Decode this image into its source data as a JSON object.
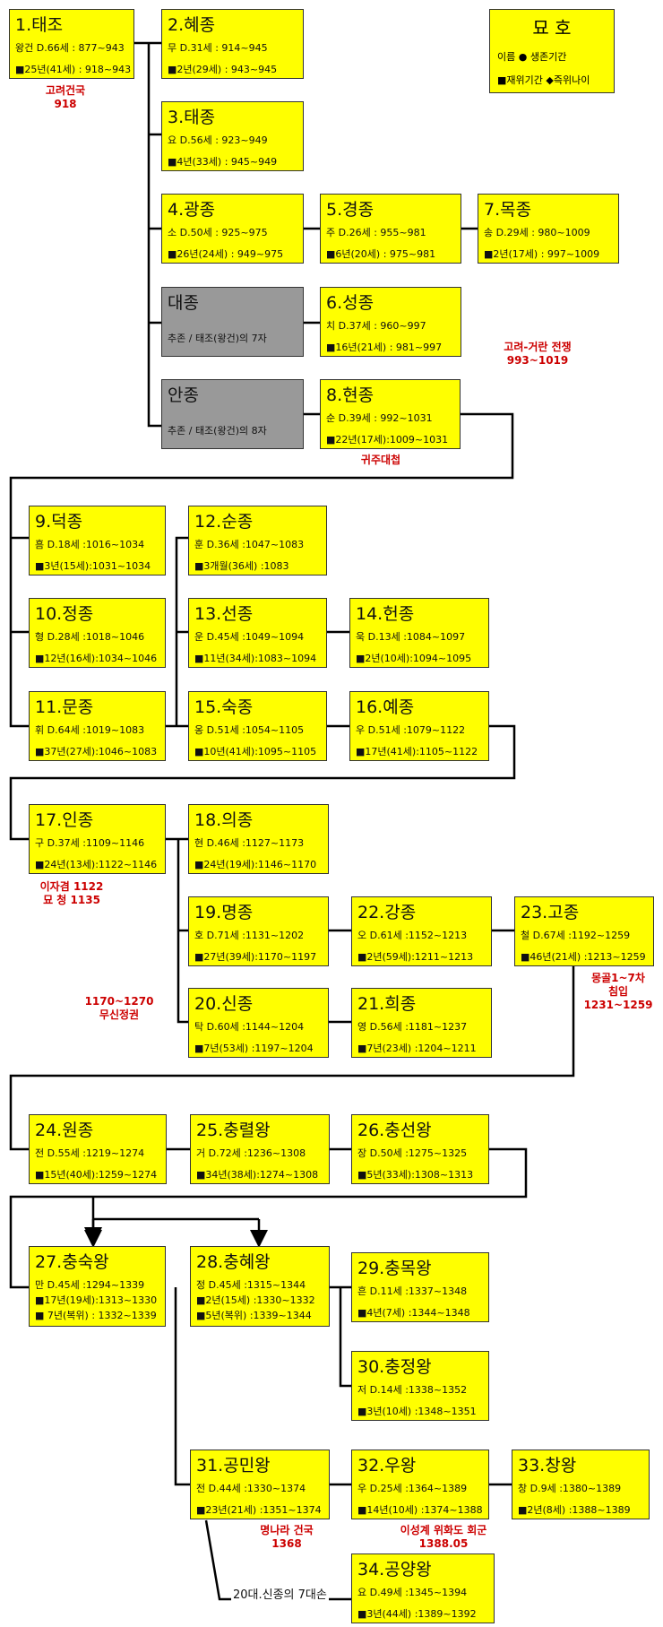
{
  "legend": {
    "title": "묘 호",
    "line1": "이름 ● 생존기간",
    "line2": "■재위기간 ◆즉위나이"
  },
  "kings": {
    "k1": {
      "title": "1.태조",
      "line1": "왕건  D.66세 : 877~943",
      "line2": "■25년(41세) : 918~943"
    },
    "k2": {
      "title": "2.혜종",
      "line1": "무  D.31세 : 914~945",
      "line2": "■2년(29세) : 943~945"
    },
    "k3": {
      "title": "3.태종",
      "line1": "요  D.56세 : 923~949",
      "line2": "■4년(33세) : 945~949"
    },
    "k4": {
      "title": "4.광종",
      "line1": "소  D.50세  : 925~975",
      "line2": "■26년(24세) : 949~975"
    },
    "k5": {
      "title": "5.경종",
      "line1": "주  D.26세   : 955~981",
      "line2": "■6년(20세) : 975~981"
    },
    "k7": {
      "title": "7.목종",
      "line1": "송  D.29세  : 980~1009",
      "line2": "■2년(17세) : 997~1009"
    },
    "k6": {
      "title": "6.성종",
      "line1": "치  D.37세  : 960~997",
      "line2": "■16년(21세) : 981~997"
    },
    "k8": {
      "title": "8.현종",
      "line1": "순  D.39세   : 992~1031",
      "line2": "■22년(17세):1009~1031"
    },
    "k9": {
      "title": "9.덕종",
      "line1": "흠  D.18세 :1016~1034",
      "line2": "■3년(15세):1031~1034"
    },
    "k12": {
      "title": "12.순종",
      "line1": "훈  D.36세 :1047~1083",
      "line2": "■3개월(36세) :1083"
    },
    "k10": {
      "title": "10.정종",
      "line1": "형  D.28세  :1018~1046",
      "line2": "■12년(16세):1034~1046"
    },
    "k13": {
      "title": "13.선종",
      "line1": "운  D.45세  :1049~1094",
      "line2": "■11년(34세):1083~1094"
    },
    "k14": {
      "title": "14.헌종",
      "line1": "욱  D.13세 :1084~1097",
      "line2": "■2년(10세):1094~1095"
    },
    "k11": {
      "title": "11.문종",
      "line1": "휘  D.64세  :1019~1083",
      "line2": "■37년(27세):1046~1083"
    },
    "k15": {
      "title": "15.숙종",
      "line1": "옹  D.51세  :1054~1105",
      "line2": "■10년(41세):1095~1105"
    },
    "k16": {
      "title": "16.예종",
      "line1": "우  D.51세  :1079~1122",
      "line2": "■17년(41세):1105~1122"
    },
    "k17": {
      "title": "17.인종",
      "line1": "구  D.37세  :1109~1146",
      "line2": "■24년(13세):1122~1146"
    },
    "k18": {
      "title": "18.의종",
      "line1": "현  D.46세  :1127~1173",
      "line2": "■24년(19세):1146~1170"
    },
    "k19": {
      "title": "19.명종",
      "line1": "호  D.71세  :1131~1202",
      "line2": "■27년(39세):1170~1197"
    },
    "k22": {
      "title": "22.강종",
      "line1": "오  D.61세  :1152~1213",
      "line2": "■2년(59세):1211~1213"
    },
    "k23": {
      "title": "23.고종",
      "line1": "철  D.67세  :1192~1259",
      "line2": "■46년(21세) :1213~1259"
    },
    "k20": {
      "title": "20.신종",
      "line1": "탁  D.60세  :1144~1204",
      "line2": "■7년(53세) :1197~1204"
    },
    "k21": {
      "title": "21.희종",
      "line1": "영  D.56세  :1181~1237",
      "line2": "■7년(23세) :1204~1211"
    },
    "k24": {
      "title": "24.원종",
      "line1": "전  D.55세  :1219~1274",
      "line2": "■15년(40세):1259~1274"
    },
    "k25": {
      "title": "25.충렬왕",
      "line1": "거  D.72세  :1236~1308",
      "line2": "■34년(38세):1274~1308"
    },
    "k26": {
      "title": "26.충선왕",
      "line1": "장  D.50세  :1275~1325",
      "line2": "■5년(33세):1308~1313"
    },
    "k27": {
      "title": "27.충숙왕",
      "line1": "만  D.45세  :1294~1339",
      "line2": "■17년(19세):1313~1330",
      "line3": "■  7년(복위) : 1332~1339"
    },
    "k28": {
      "title": "28.충혜왕",
      "line1": "정  D.45세  :1315~1344",
      "line2": "■2년(15세) :1330~1332",
      "line3": "■5년(복위) :1339~1344"
    },
    "k29": {
      "title": "29.충목왕",
      "line1": "흔  D.11세 :1337~1348",
      "line2": "■4년(7세)  :1344~1348"
    },
    "k30": {
      "title": "30.충정왕",
      "line1": "저  D.14세  :1338~1352",
      "line2": "■3년(10세) :1348~1351"
    },
    "k31": {
      "title": "31.공민왕",
      "line1": "전  D.44세  :1330~1374",
      "line2": "■23년(21세) :1351~1374"
    },
    "k32": {
      "title": "32.우왕",
      "line1": "우  D.25세  :1364~1389",
      "line2": "■14년(10세) :1374~1388"
    },
    "k33": {
      "title": "33.창왕",
      "line1": "창  D.9세  :1380~1389",
      "line2": "■2년(8세) :1388~1389"
    },
    "k34": {
      "title": "34.공양왕",
      "line1": "요  D.49세  :1345~1394",
      "line2": "■3년(44세) :1389~1392"
    },
    "daejong": {
      "title": "대종",
      "line1": "추존 / 태조(왕건)의 7자"
    },
    "anjong": {
      "title": "안종",
      "line1": "추존 / 태조(왕건)의 8자"
    }
  },
  "notes": {
    "n_founding": "고려건국\n918",
    "n_war": "고려-거란 전쟁\n993~1019",
    "n_gwiju": "귀주대첩",
    "n_yijagyeom": "이자겸 1122\n묘    청 1135",
    "n_military": "1170~1270\n무신정권",
    "n_mongol": "몽골1~7차\n침입\n1231~1259",
    "n_ming": "명나라 건국\n1368",
    "n_wihwado": "이성계 위화도 회군\n1388.05"
  },
  "annotation": "20대.신종의 7대손",
  "colors": {
    "box": "#ffff00",
    "gray_box": "#999999",
    "note": "#cc0000",
    "line": "#000000"
  }
}
